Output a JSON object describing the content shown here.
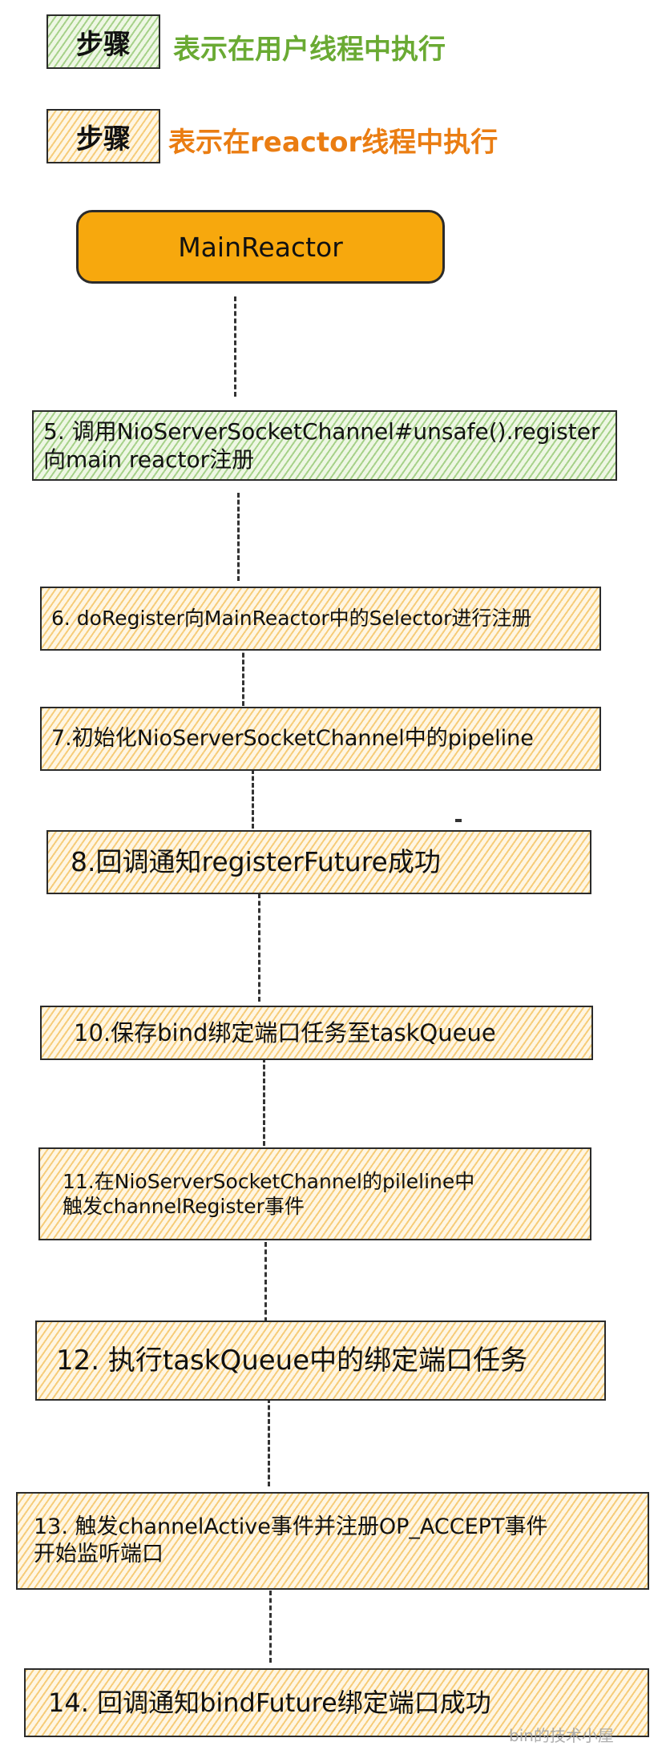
{
  "legend": [
    {
      "chip_label": "步骤",
      "text": "表示在用户线程中执行",
      "color": "#6aaa33"
    },
    {
      "chip_label": "步骤",
      "text": "表示在reactor线程中执行",
      "color": "#ea7d12"
    }
  ],
  "main_reactor": {
    "label": "MainReactor"
  },
  "steps": [
    {
      "text": "5. 调用NioServerSocketChannel#unsafe().register\n向main reactor注册",
      "thread": "user"
    },
    {
      "text": "6. doRegister向MainReactor中的Selector进行注册",
      "thread": "reactor"
    },
    {
      "text": "7.初始化NioServerSocketChannel中的pipeline",
      "thread": "reactor"
    },
    {
      "text": "8.回调通知registerFuture成功",
      "thread": "reactor"
    },
    {
      "text": "10.保存bind绑定端口任务至taskQueue",
      "thread": "reactor"
    },
    {
      "text": "11.在NioServerSocketChannel的pileline中\n触发channelRegister事件",
      "thread": "reactor"
    },
    {
      "text": "12. 执行taskQueue中的绑定端口任务",
      "thread": "reactor"
    },
    {
      "text": "13. 触发channelActive事件并注册OP_ACCEPT事件\n开始监听端口",
      "thread": "reactor"
    },
    {
      "text": "14. 回调通知bindFuture绑定端口成功",
      "thread": "reactor"
    }
  ],
  "watermark": "bin的技术小屋"
}
